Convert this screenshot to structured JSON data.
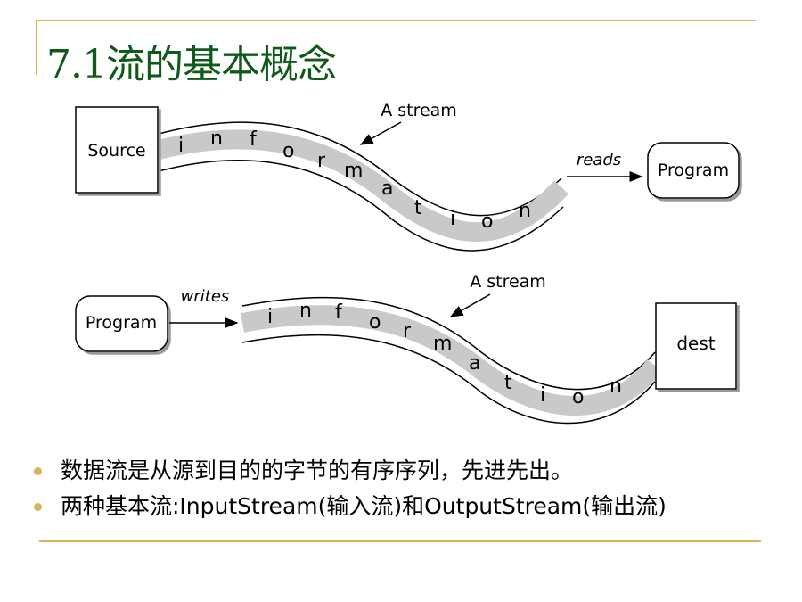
{
  "title": "7.1流的基本概念",
  "diagram_top": {
    "source_label": "Source",
    "program_label": "Program",
    "reads_label": "reads",
    "stream_label": "A stream",
    "stream_letters": [
      "i",
      "n",
      "f",
      "o",
      "r",
      "m",
      "a",
      "t",
      "i",
      "o",
      "n"
    ]
  },
  "diagram_bottom": {
    "program_label": "Program",
    "writes_label": "writes",
    "dest_label": "dest",
    "stream_label": "A stream",
    "stream_letters": [
      "i",
      "n",
      "f",
      "o",
      "r",
      "m",
      "a",
      "t",
      "i",
      "o",
      "n"
    ]
  },
  "bullets": [
    "数据流是从源到目的的字节的有序序列，先进先出。",
    "两种基本流:InputStream(输入流)和OutputStream(输出流)"
  ],
  "colors": {
    "accent": "#d9b45a",
    "title": "#0f5a1a",
    "band": "#c9c9c9"
  }
}
